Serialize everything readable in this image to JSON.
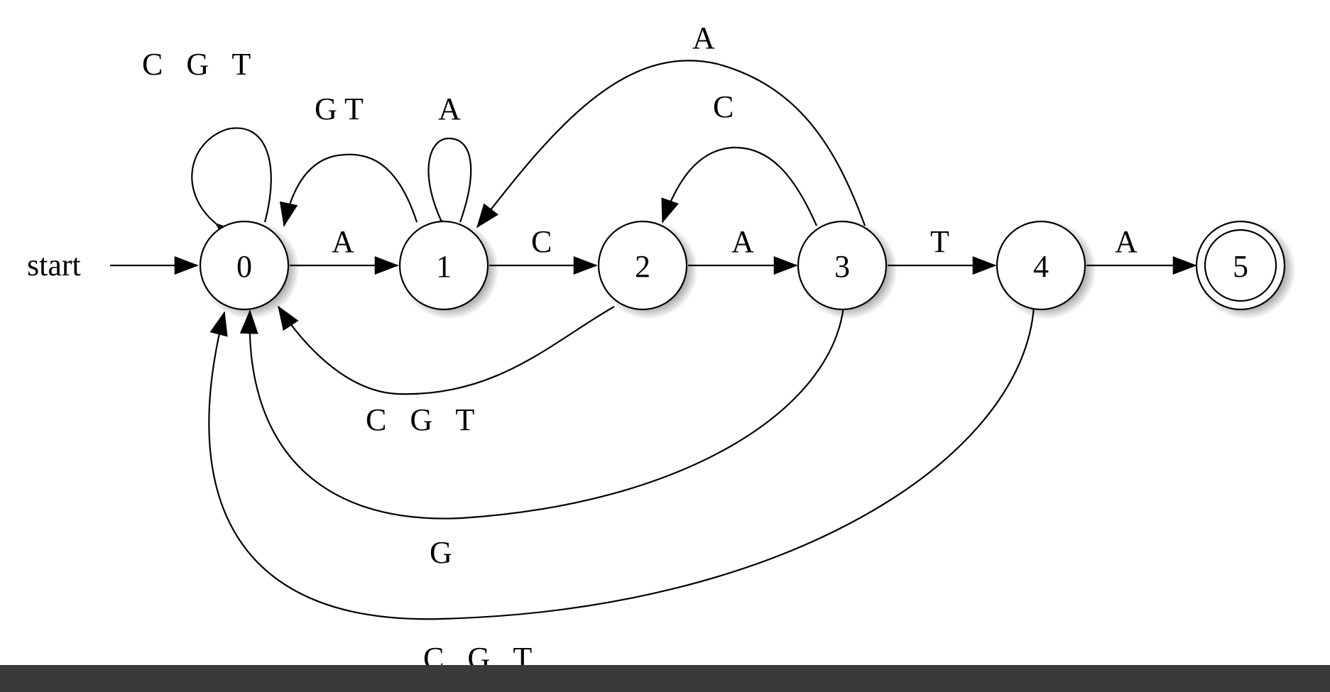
{
  "diagram": {
    "start_label": "start",
    "states": [
      {
        "id": "0",
        "label": "0",
        "accepting": false
      },
      {
        "id": "1",
        "label": "1",
        "accepting": false
      },
      {
        "id": "2",
        "label": "2",
        "accepting": false
      },
      {
        "id": "3",
        "label": "3",
        "accepting": false
      },
      {
        "id": "4",
        "label": "4",
        "accepting": false
      },
      {
        "id": "5",
        "label": "5",
        "accepting": true
      }
    ],
    "transitions": [
      {
        "id": "t-0-0",
        "from": "0",
        "to": "0",
        "label": "C   G   T"
      },
      {
        "id": "t-0-1",
        "from": "0",
        "to": "1",
        "label": "A"
      },
      {
        "id": "t-1-0",
        "from": "1",
        "to": "0",
        "label": "G T"
      },
      {
        "id": "t-1-1",
        "from": "1",
        "to": "1",
        "label": "A"
      },
      {
        "id": "t-1-2",
        "from": "1",
        "to": "2",
        "label": "C"
      },
      {
        "id": "t-2-3",
        "from": "2",
        "to": "3",
        "label": "A"
      },
      {
        "id": "t-3-1",
        "from": "3",
        "to": "1",
        "label": "A"
      },
      {
        "id": "t-3-2",
        "from": "3",
        "to": "2",
        "label": "C"
      },
      {
        "id": "t-3-4",
        "from": "3",
        "to": "4",
        "label": "T"
      },
      {
        "id": "t-4-5",
        "from": "4",
        "to": "5",
        "label": "A"
      },
      {
        "id": "t-2-0",
        "from": "2",
        "to": "0",
        "label": "C   G   T"
      },
      {
        "id": "t-3-0",
        "from": "3",
        "to": "0",
        "label": "G"
      },
      {
        "id": "t-4-0",
        "from": "4",
        "to": "0",
        "label": "C   G   T"
      }
    ]
  }
}
